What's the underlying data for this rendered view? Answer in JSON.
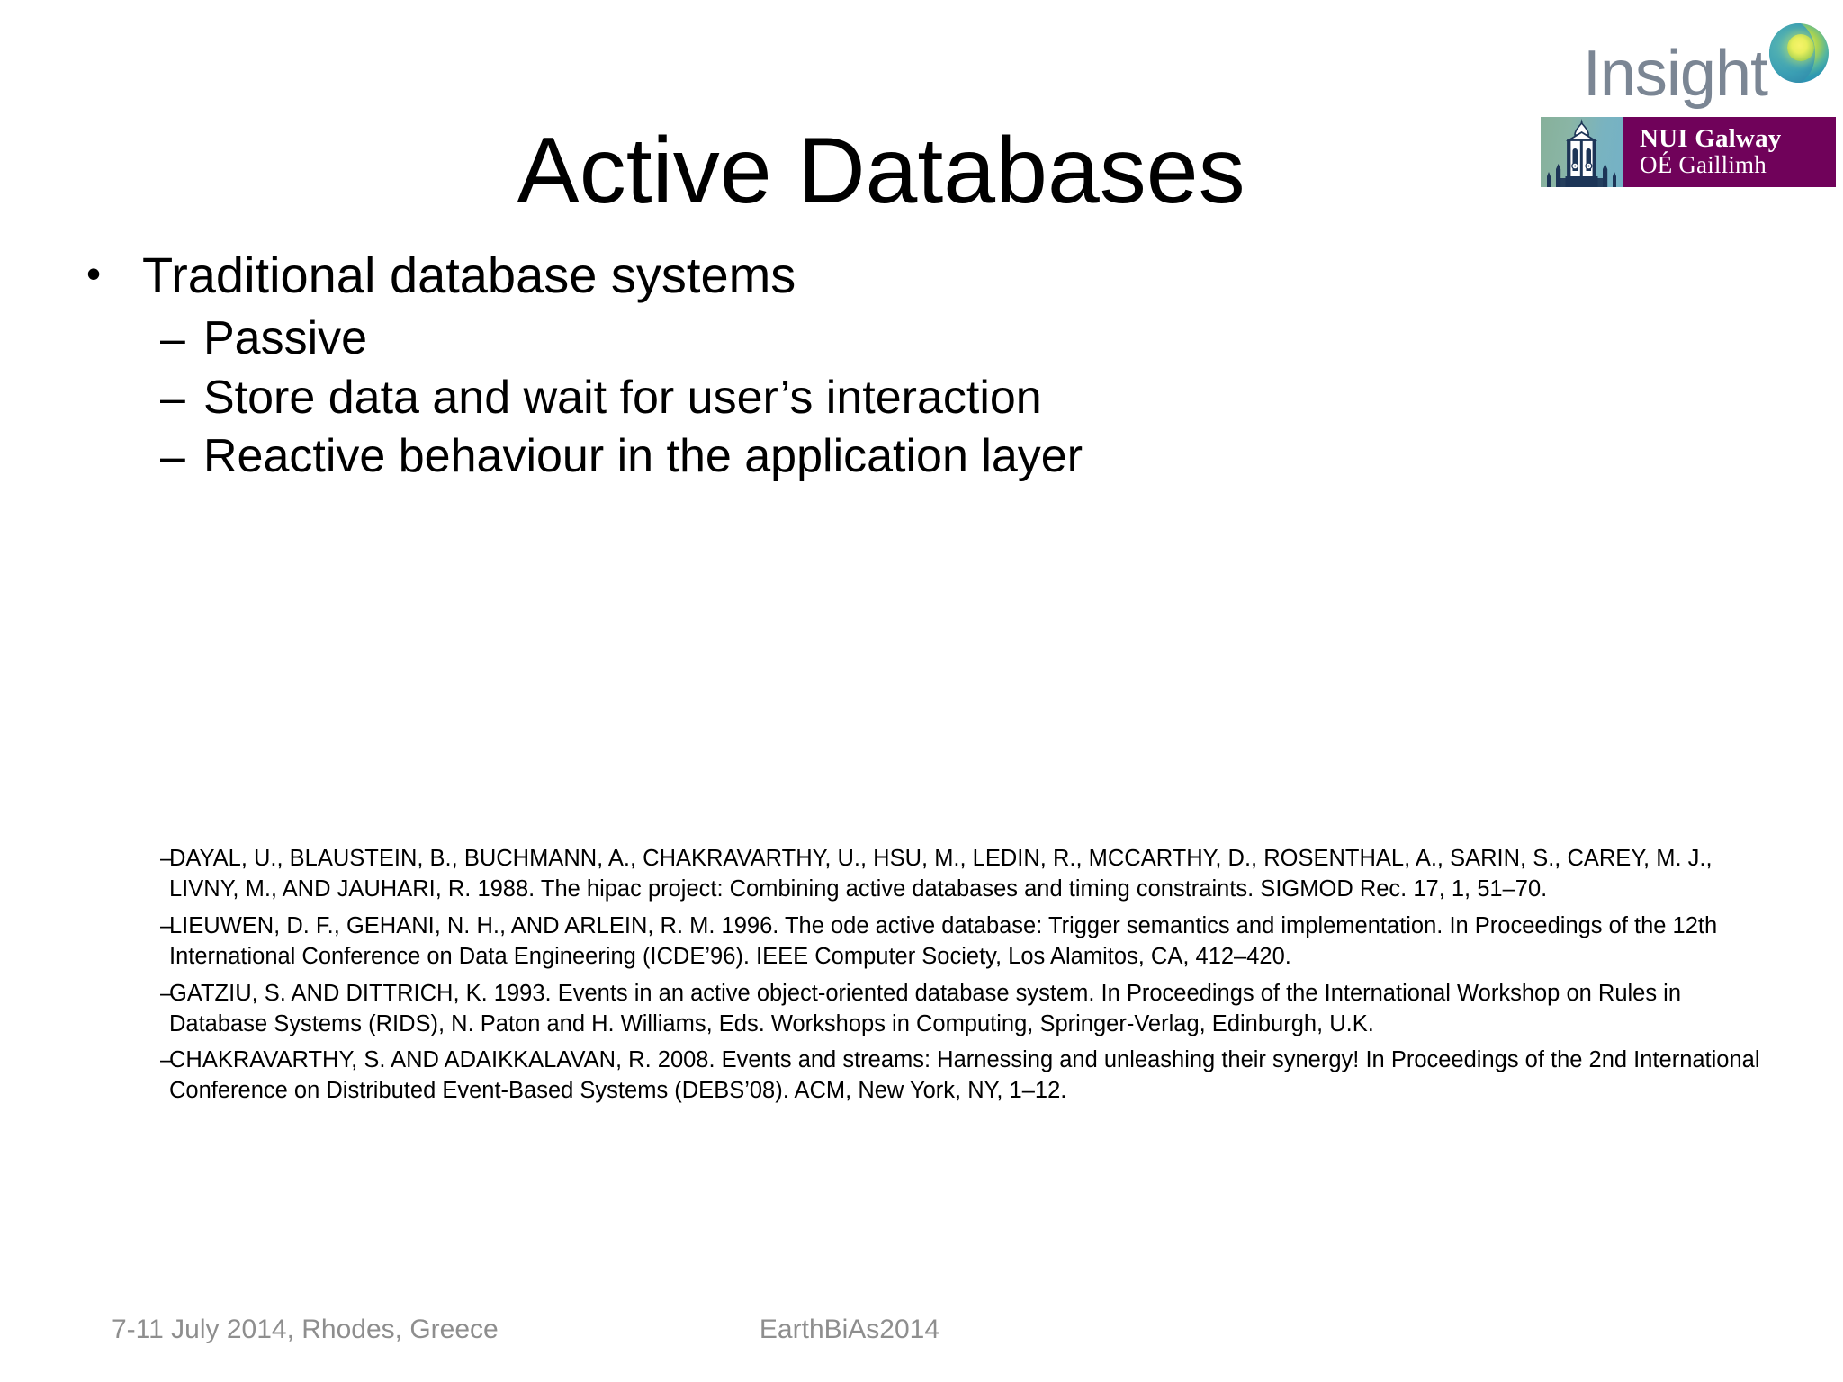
{
  "slide": {
    "title": "Active Databases",
    "bullets": [
      {
        "level": 1,
        "marker": "•",
        "text": "Traditional database systems"
      },
      {
        "level": 2,
        "marker": "–",
        "text": "Passive"
      },
      {
        "level": 2,
        "marker": "–",
        "text": "Store data and wait for user’s interaction"
      },
      {
        "level": 2,
        "marker": "–",
        "text": "Reactive behaviour in the application layer"
      }
    ],
    "references": [
      {
        "marker": "–",
        "text": "DAYAL, U., BLAUSTEIN, B., BUCHMANN, A., CHAKRAVARTHY, U., HSU, M., LEDIN, R., MCCARTHY, D., ROSENTHAL, A., SARIN, S., CAREY, M. J., LIVNY, M., AND JAUHARI, R. 1988. The hipac project: Combining active databases and timing constraints. SIGMOD Rec. 17, 1, 51–70."
      },
      {
        "marker": "–",
        "text": "LIEUWEN, D. F., GEHANI, N. H., AND ARLEIN, R. M. 1996. The ode active database: Trigger semantics and implementation. In Proceedings of the 12th International Conference on Data Engineering (ICDE’96). IEEE Computer Society, Los Alamitos, CA, 412–420."
      },
      {
        "marker": "–",
        "text": "GATZIU, S. AND DITTRICH, K. 1993. Events in an active object-oriented database system. In Proceedings of the International Workshop on Rules in Database Systems (RIDS), N. Paton and H. Williams, Eds. Workshops in Computing, Springer-Verlag, Edinburgh, U.K."
      },
      {
        "marker": "–",
        "text": "CHAKRAVARTHY, S. AND ADAIKKALAVAN, R. 2008. Events and streams: Harnessing and unleashing their synergy! In Proceedings of the 2nd International Conference on Distributed Event-Based Systems (DEBS’08). ACM, New York, NY, 1–12."
      }
    ],
    "footer": {
      "left": "7-11 July 2014, Rhodes, Greece",
      "center": "EarthBiAs2014"
    }
  },
  "branding": {
    "insight": {
      "wordmark": "Insight",
      "orb_icon": "insight-orb-icon",
      "wordmark_color": "#7b8694",
      "orb_colors": [
        "#f2f24a",
        "#a9d24a",
        "#2e9ab0",
        "#1f6f94"
      ]
    },
    "nui_galway": {
      "line1": "NUI Galway",
      "line2": "OÉ Gaillimh",
      "tower_icon": "quadrangle-tower-icon",
      "panel_color": "#70025a",
      "tower_bg_colors": [
        "#86b09a",
        "#74b2c6"
      ],
      "tower_color": "#1d3557"
    }
  }
}
